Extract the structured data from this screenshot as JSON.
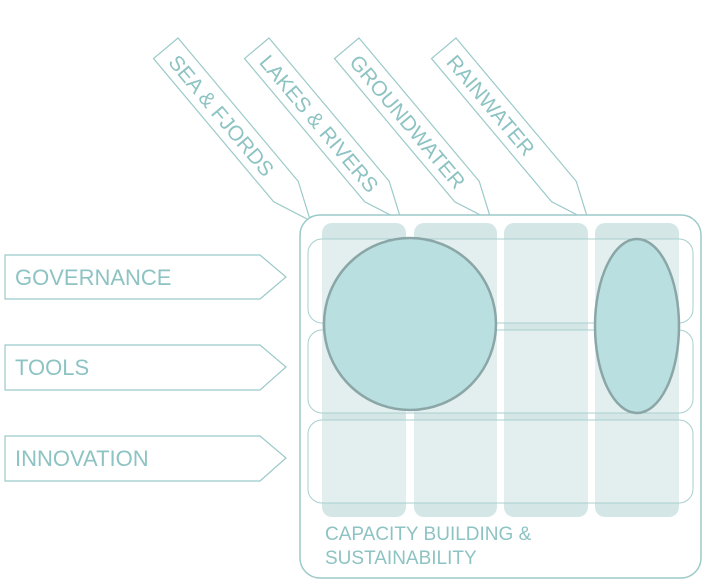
{
  "diagram": {
    "water_sources": [
      {
        "id": "sea",
        "label": "SEA & FJORDS"
      },
      {
        "id": "lakes",
        "label": "LAKES & RIVERS"
      },
      {
        "id": "groundwater",
        "label": "GROUNDWATER"
      },
      {
        "id": "rainwater",
        "label": "RAINWATER"
      }
    ],
    "themes": [
      {
        "id": "governance",
        "label": "GOVERNANCE"
      },
      {
        "id": "tools",
        "label": "TOOLS"
      },
      {
        "id": "innovation",
        "label": "INNOVATION"
      }
    ],
    "capacity_label_line1": "CAPACITY BUILDING &",
    "capacity_label_line2": "SUSTAINABILITY",
    "colors": {
      "outline": "#9cc9c9",
      "label": "#8ec3c3",
      "column_fill": "#c5dddd",
      "row_fill": "#ffffff",
      "highlight_fill": "#b9dfe1",
      "highlight_stroke": "#8aa6a6"
    }
  }
}
